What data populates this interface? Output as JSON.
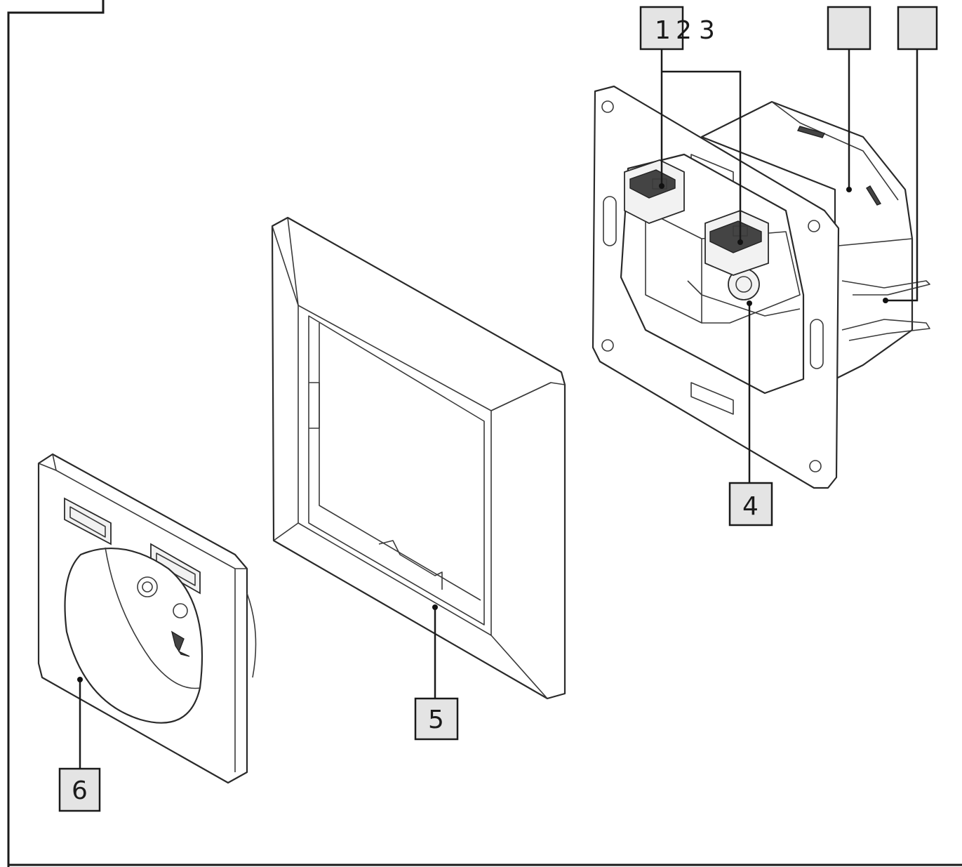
{
  "callouts": {
    "c1": "1",
    "c2": "2",
    "c3": "3",
    "c4": "4",
    "c5": "5",
    "c6": "6"
  },
  "parts": {
    "mechanism": "mechanism-with-rj45-ports-icon",
    "frame": "cover-frame-icon",
    "faceplate": "socket-faceplate-icon"
  }
}
